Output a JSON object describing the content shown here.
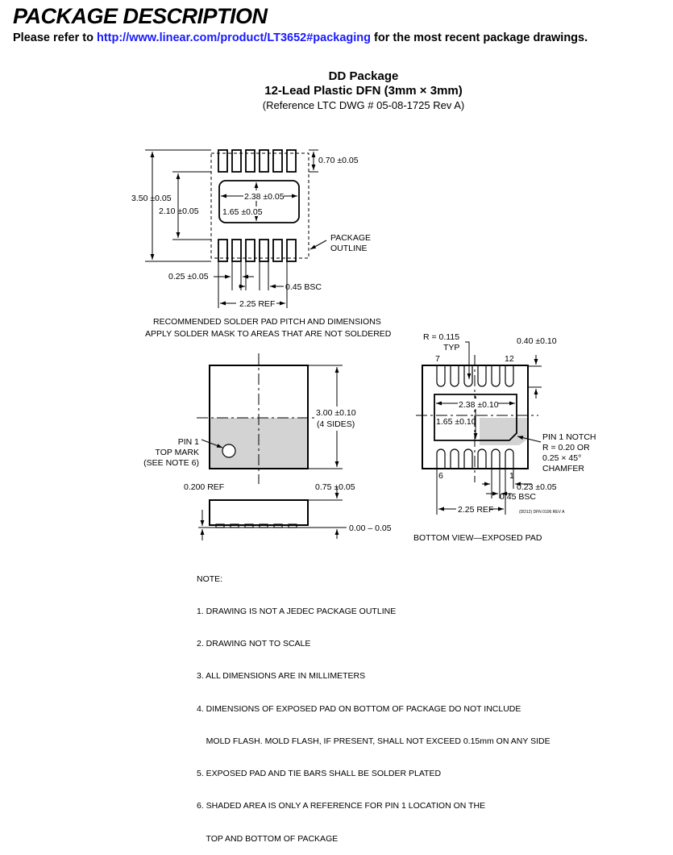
{
  "page": {
    "title": "PACKAGE DESCRIPTION",
    "refer_prefix": "Please refer to ",
    "refer_link": "http://www.linear.com/product/LT3652#packaging",
    "refer_suffix": " for the most recent package drawings."
  },
  "package": {
    "name": "DD Package",
    "description": "12-Lead Plastic DFN (3mm × 3mm)",
    "reference": "(Reference LTC DWG # 05-08-1725 Rev A)"
  },
  "footprint": {
    "dim_pad_height": "0.70 ±0.05",
    "dim_total_height": "3.50 ±0.05",
    "dim_inner_height": "2.10 ±0.05",
    "dim_ep_width": "2.38 ±0.05",
    "dim_ep_height": "1.65 ±0.05",
    "outline_label_1": "PACKAGE",
    "outline_label_2": "OUTLINE",
    "dim_pad_width": "0.25 ±0.05",
    "dim_pitch": "0.45 BSC",
    "dim_ref": "2.25 REF",
    "caption_1": "RECOMMENDED SOLDER PAD PITCH AND DIMENSIONS",
    "caption_2": "APPLY SOLDER MASK TO AREAS THAT ARE NOT SOLDERED"
  },
  "top_view": {
    "dim_sides_1": "3.00 ±0.10",
    "dim_sides_2": "(4 SIDES)",
    "pin1_label_1": "PIN 1",
    "pin1_label_2": "TOP MARK",
    "pin1_label_3": "(SEE NOTE 6)"
  },
  "side_view": {
    "dim_ref_height": "0.200 REF",
    "dim_height": "0.75 ±0.05",
    "dim_standoff": "0.00 – 0.05"
  },
  "bottom_view": {
    "radius_label_1": "R = 0.115",
    "radius_label_2": "TYP",
    "dim_lead_len": "0.40 ±0.10",
    "pin_7": "7",
    "pin_12": "12",
    "dim_ep_width": "2.38 ±0.10",
    "dim_ep_height": "1.65 ±0.10",
    "notch_1": "PIN 1 NOTCH",
    "notch_2": "R = 0.20 OR",
    "notch_3": "0.25 × 45°",
    "notch_4": "CHAMFER",
    "pin_6": "6",
    "pin_1": "1",
    "dim_lead_width": "0.23 ±0.05",
    "dim_pitch": "0.45 BSC",
    "dim_ref": "2.25 REF",
    "dwg_code": "(DD12) DFN 0106 REV A",
    "caption": "BOTTOM VIEW—EXPOSED PAD"
  },
  "notes": [
    "NOTE:",
    "1. DRAWING IS NOT A JEDEC PACKAGE OUTLINE",
    "2. DRAWING NOT TO SCALE",
    "3. ALL DIMENSIONS ARE IN MILLIMETERS",
    "4. DIMENSIONS OF EXPOSED PAD ON BOTTOM OF PACKAGE DO NOT INCLUDE",
    "    MOLD FLASH. MOLD FLASH, IF PRESENT, SHALL NOT EXCEED 0.15mm ON ANY SIDE",
    "5. EXPOSED PAD AND TIE BARS SHALL BE SOLDER PLATED",
    "6. SHADED AREA IS ONLY A REFERENCE FOR PIN 1 LOCATION ON THE",
    "    TOP AND BOTTOM OF PACKAGE"
  ],
  "colors": {
    "link": "#1a1aff",
    "shade": "#d3d3d3",
    "ink": "#000000"
  }
}
